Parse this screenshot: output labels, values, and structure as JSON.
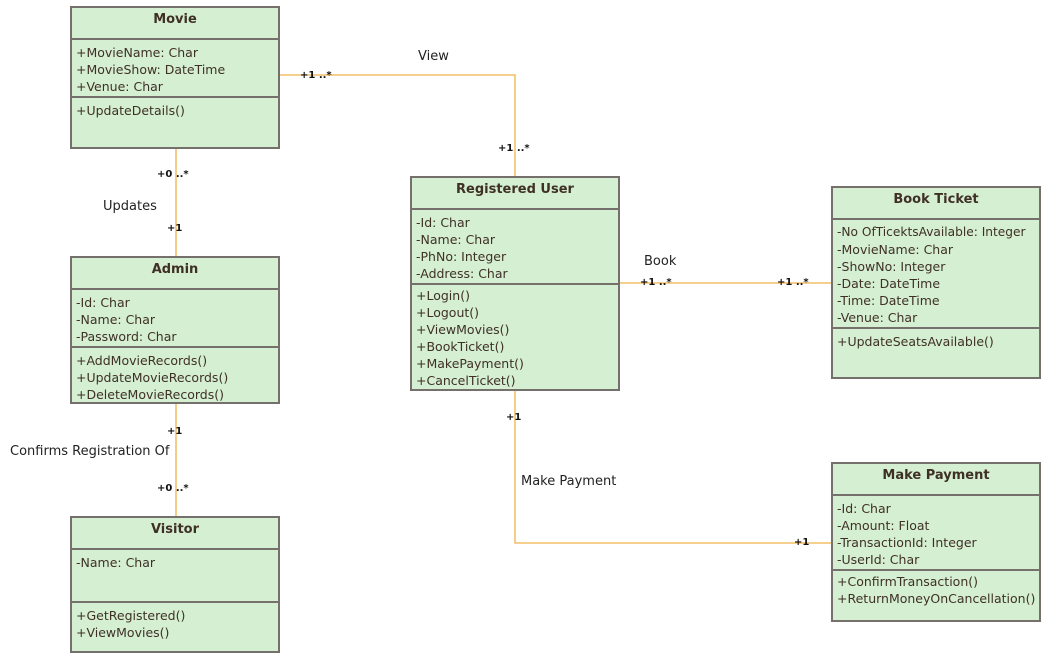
{
  "classes": {
    "movie": {
      "name": "Movie",
      "attributes": [
        "+MovieName: Char",
        "+MovieShow: DateTime",
        "+Venue: Char"
      ],
      "operations": [
        "+UpdateDetails()"
      ]
    },
    "admin": {
      "name": "Admin",
      "attributes": [
        "-Id: Char",
        "-Name: Char",
        "-Password: Char"
      ],
      "operations": [
        "+AddMovieRecords()",
        "+UpdateMovieRecords()",
        "+DeleteMovieRecords()"
      ]
    },
    "visitor": {
      "name": "Visitor",
      "attributes": [
        "-Name: Char"
      ],
      "operations": [
        "+GetRegistered()",
        "+ViewMovies()"
      ]
    },
    "registered_user": {
      "name": "Registered User",
      "attributes": [
        "-Id: Char",
        "-Name: Char",
        "-PhNo: Integer",
        "-Address: Char"
      ],
      "operations": [
        "+Login()",
        "+Logout()",
        "+ViewMovies()",
        "+BookTicket()",
        "+MakePayment()",
        "+CancelTicket()"
      ]
    },
    "book_ticket": {
      "name": "Book Ticket",
      "attributes": [
        "-No OfTicektsAvailable: Integer",
        "-MovieName: Char",
        "-ShowNo: Integer",
        "-Date: DateTime",
        "-Time: DateTime",
        "-Venue: Char"
      ],
      "operations": [
        "+UpdateSeatsAvailable()"
      ]
    },
    "make_payment": {
      "name": "Make Payment",
      "attributes": [
        "-Id: Char",
        "-Amount: Float",
        "-TransactionId: Integer",
        "-UserId: Char"
      ],
      "operations": [
        "+ConfirmTransaction()",
        "+ReturnMoneyOnCancellation()"
      ]
    }
  },
  "associations": {
    "view": {
      "label": "View",
      "source_mult": "+1 ..*",
      "target_mult": "+1 ..*"
    },
    "updates": {
      "label": "Updates",
      "source_mult": "+0 ..*",
      "target_mult": "+1"
    },
    "confirms": {
      "label": "Confirms Registration Of",
      "source_mult": "+1",
      "target_mult": "+0 ..*"
    },
    "book": {
      "label": "Book",
      "source_mult": "+1 ..*",
      "target_mult": "+1 ..*"
    },
    "payment": {
      "label": "Make Payment",
      "source_mult": "+1",
      "target_mult": "+1"
    }
  },
  "colors": {
    "class_fill": "#d5efd3",
    "class_border": "#75706b",
    "connector": "#f0b04a",
    "text": "#3f3026"
  }
}
